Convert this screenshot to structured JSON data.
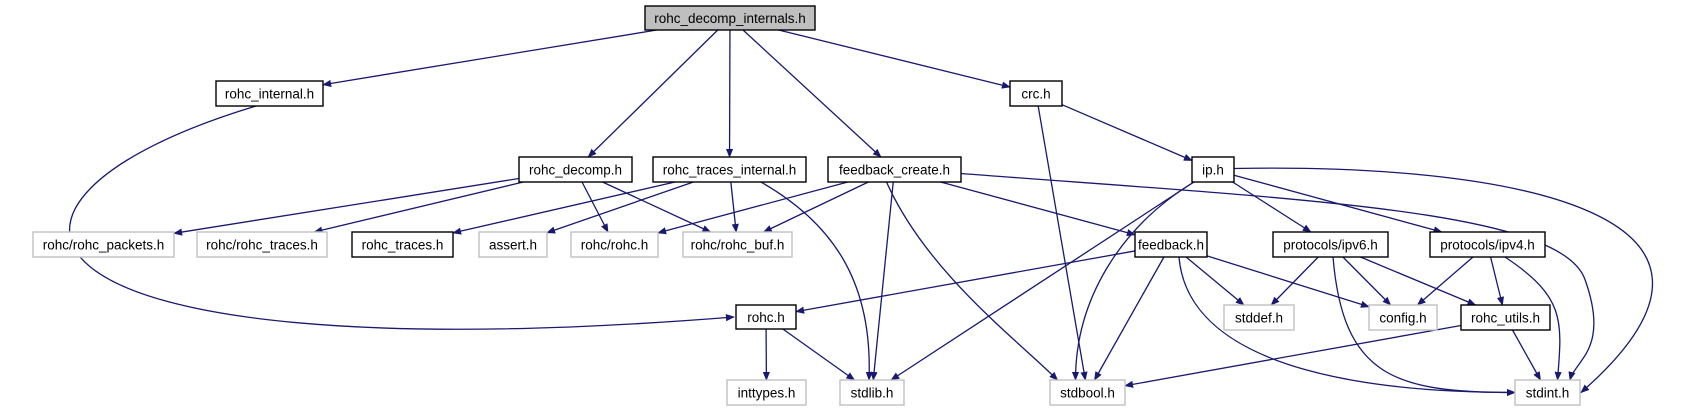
{
  "graph": {
    "title": "rohc_decomp_internals.h",
    "colors": {
      "edge": "#191970",
      "root_fill": "#bfbfbf",
      "root_border": "#000000",
      "documented_border": "#000000",
      "undocumented_border": "#c0c0c0",
      "node_fill": "#ffffff"
    },
    "nodes": [
      {
        "id": "rohc_decomp_internals",
        "label": "rohc_decomp_internals.h",
        "kind": "root"
      },
      {
        "id": "rohc_internal",
        "label": "rohc_internal.h",
        "kind": "documented"
      },
      {
        "id": "crc",
        "label": "crc.h",
        "kind": "documented"
      },
      {
        "id": "rohc_decomp",
        "label": "rohc_decomp.h",
        "kind": "documented"
      },
      {
        "id": "rohc_traces_internal",
        "label": "rohc_traces_internal.h",
        "kind": "documented"
      },
      {
        "id": "feedback_create",
        "label": "feedback_create.h",
        "kind": "documented"
      },
      {
        "id": "ip",
        "label": "ip.h",
        "kind": "documented"
      },
      {
        "id": "rohc_packets",
        "label": "rohc/rohc_packets.h",
        "kind": "external"
      },
      {
        "id": "rohc_traces_ext",
        "label": "rohc/rohc_traces.h",
        "kind": "external"
      },
      {
        "id": "rohc_traces",
        "label": "rohc_traces.h",
        "kind": "documented"
      },
      {
        "id": "assert",
        "label": "assert.h",
        "kind": "external"
      },
      {
        "id": "rohc_rohc",
        "label": "rohc/rohc.h",
        "kind": "external"
      },
      {
        "id": "rohc_buf",
        "label": "rohc/rohc_buf.h",
        "kind": "external"
      },
      {
        "id": "feedback",
        "label": "feedback.h",
        "kind": "documented"
      },
      {
        "id": "ipv6",
        "label": "protocols/ipv6.h",
        "kind": "documented"
      },
      {
        "id": "ipv4",
        "label": "protocols/ipv4.h",
        "kind": "documented"
      },
      {
        "id": "rohc",
        "label": "rohc.h",
        "kind": "documented"
      },
      {
        "id": "stddef",
        "label": "stddef.h",
        "kind": "external"
      },
      {
        "id": "config",
        "label": "config.h",
        "kind": "external"
      },
      {
        "id": "rohc_utils",
        "label": "rohc_utils.h",
        "kind": "documented"
      },
      {
        "id": "inttypes",
        "label": "inttypes.h",
        "kind": "external"
      },
      {
        "id": "stdlib",
        "label": "stdlib.h",
        "kind": "external"
      },
      {
        "id": "stdbool",
        "label": "stdbool.h",
        "kind": "external"
      },
      {
        "id": "stdint",
        "label": "stdint.h",
        "kind": "external"
      }
    ],
    "edges": [
      [
        "rohc_decomp_internals",
        "rohc_internal"
      ],
      [
        "rohc_decomp_internals",
        "rohc_decomp"
      ],
      [
        "rohc_decomp_internals",
        "rohc_traces_internal"
      ],
      [
        "rohc_decomp_internals",
        "feedback_create"
      ],
      [
        "rohc_decomp_internals",
        "crc"
      ],
      [
        "rohc_internal",
        "rohc"
      ],
      [
        "crc",
        "ip"
      ],
      [
        "crc",
        "stdbool"
      ],
      [
        "rohc_decomp",
        "rohc_packets"
      ],
      [
        "rohc_decomp",
        "rohc_traces_ext"
      ],
      [
        "rohc_decomp",
        "rohc_rohc"
      ],
      [
        "rohc_decomp",
        "rohc_buf"
      ],
      [
        "rohc_traces_internal",
        "rohc_traces"
      ],
      [
        "rohc_traces_internal",
        "assert"
      ],
      [
        "rohc_traces_internal",
        "rohc_buf"
      ],
      [
        "rohc_traces_internal",
        "stdlib"
      ],
      [
        "feedback_create",
        "rohc_rohc"
      ],
      [
        "feedback_create",
        "rohc_buf"
      ],
      [
        "feedback_create",
        "stdlib"
      ],
      [
        "feedback_create",
        "stdbool"
      ],
      [
        "feedback_create",
        "feedback"
      ],
      [
        "feedback_create",
        "stdint"
      ],
      [
        "ip",
        "stdlib"
      ],
      [
        "ip",
        "stdbool"
      ],
      [
        "ip",
        "ipv6"
      ],
      [
        "ip",
        "ipv4"
      ],
      [
        "ip",
        "stdint"
      ],
      [
        "feedback",
        "rohc"
      ],
      [
        "feedback",
        "stddef"
      ],
      [
        "feedback",
        "config"
      ],
      [
        "feedback",
        "stdbool"
      ],
      [
        "feedback",
        "stdint"
      ],
      [
        "ipv6",
        "stddef"
      ],
      [
        "ipv6",
        "config"
      ],
      [
        "ipv6",
        "rohc_utils"
      ],
      [
        "ipv6",
        "stdint"
      ],
      [
        "ipv4",
        "config"
      ],
      [
        "ipv4",
        "rohc_utils"
      ],
      [
        "ipv4",
        "stdint"
      ],
      [
        "rohc_utils",
        "stdbool"
      ],
      [
        "rohc_utils",
        "stdint"
      ],
      [
        "rohc",
        "inttypes"
      ],
      [
        "rohc",
        "stdlib"
      ]
    ]
  }
}
